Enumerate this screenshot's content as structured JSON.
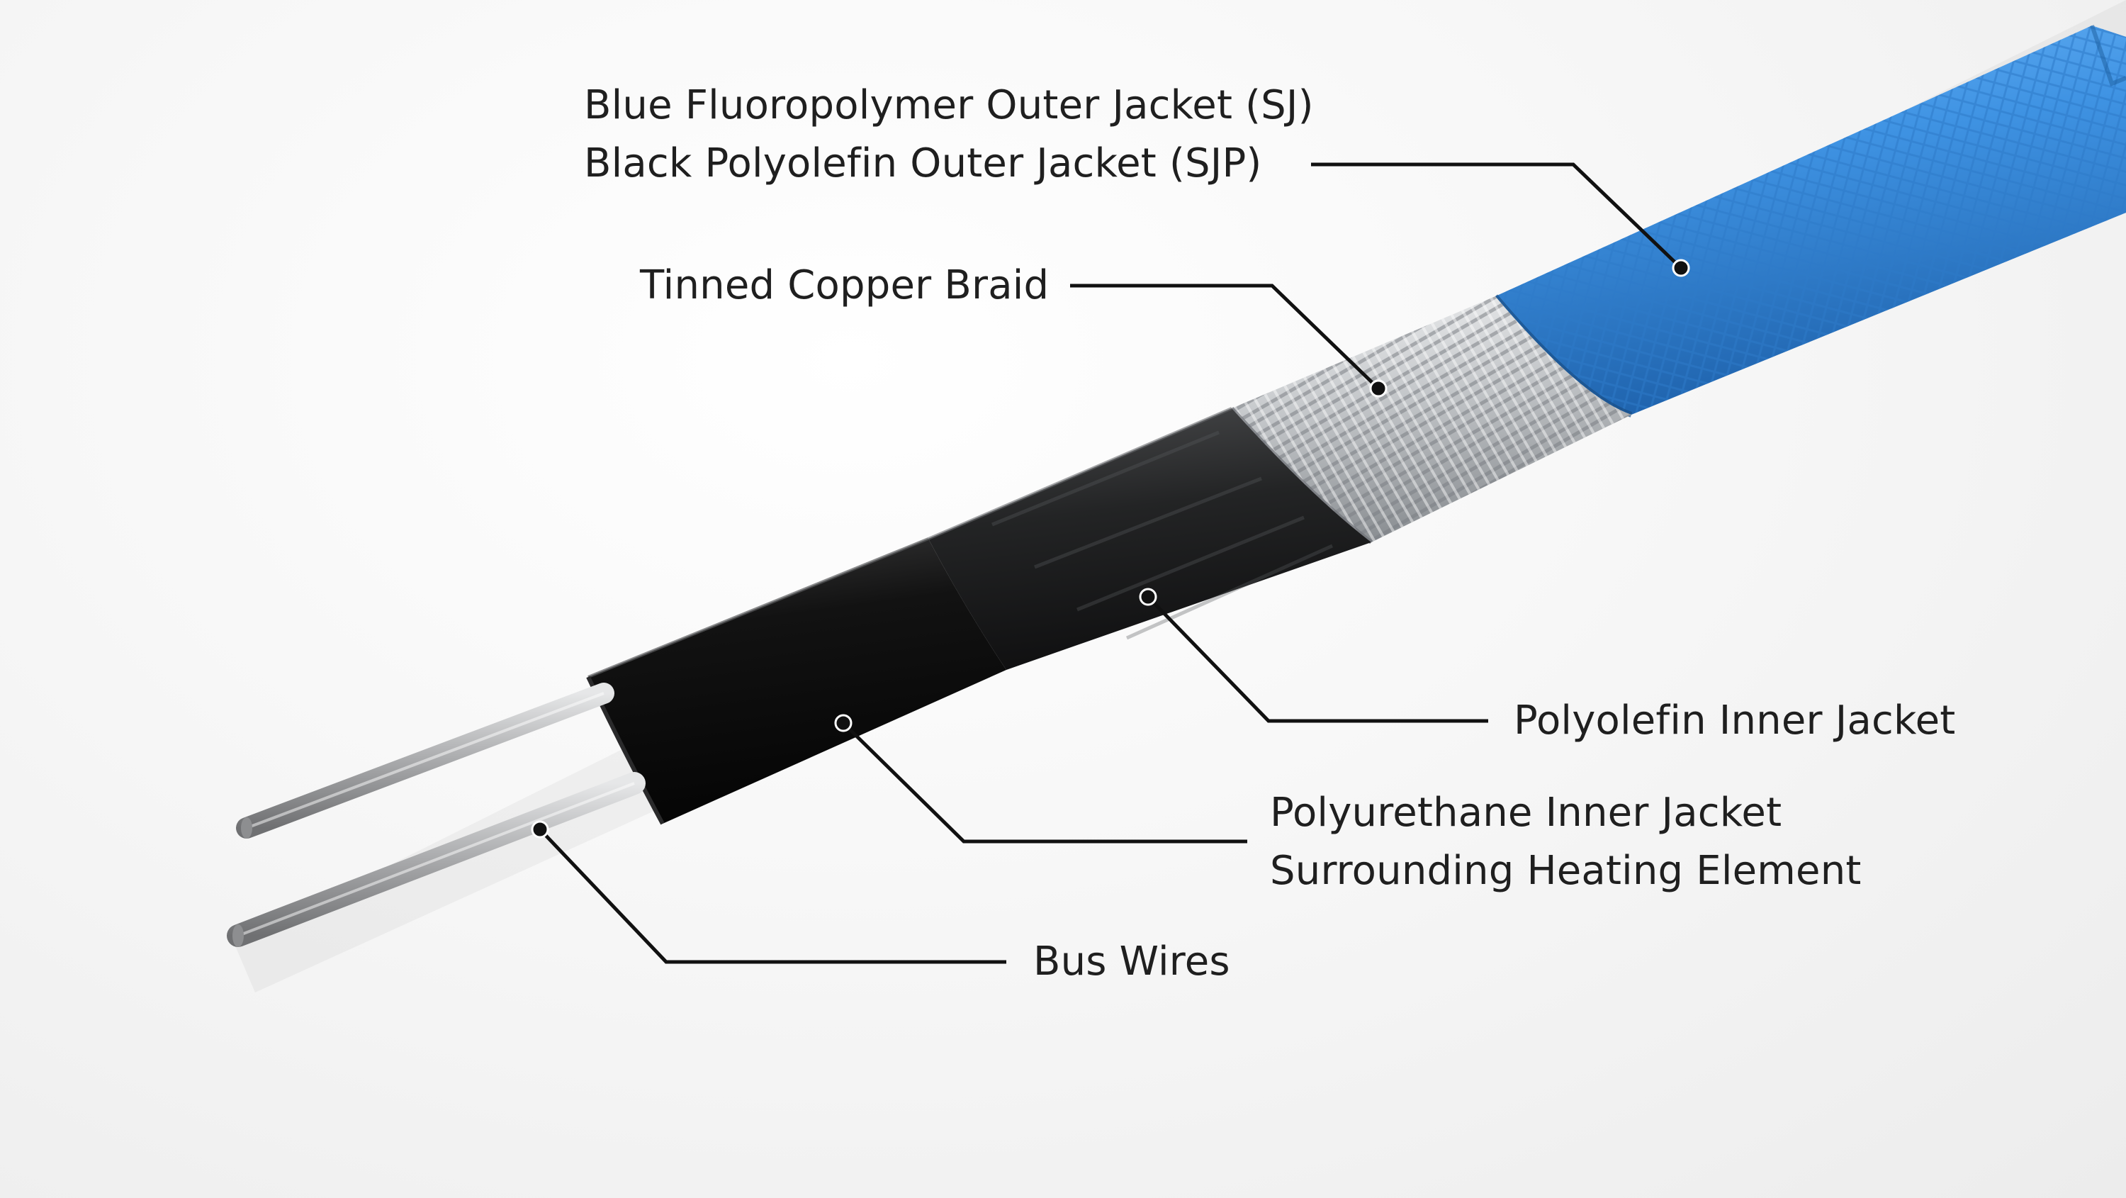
{
  "labels": {
    "outer_jacket": {
      "line1": "Blue Fluoropolymer Outer Jacket (SJ)",
      "line2": "Black Polyolefin Outer Jacket (SJP)"
    },
    "braid": {
      "line1": "Tinned Copper Braid"
    },
    "polyolefin_inner": {
      "line1": "Polyolefin Inner Jacket"
    },
    "polyurethane_inner": {
      "line1": "Polyurethane Inner Jacket",
      "line2": "Surrounding Heating Element"
    },
    "bus_wires": {
      "line1": "Bus Wires"
    }
  },
  "colors": {
    "outer_jacket_blue": "#3f93e3",
    "braid_silver": "#c9cbce",
    "inner_jacket_black": "#1e1e1f",
    "core_black": "#0c0c0c",
    "bus_wire": "#a9aaac",
    "leader_line": "#111111"
  }
}
